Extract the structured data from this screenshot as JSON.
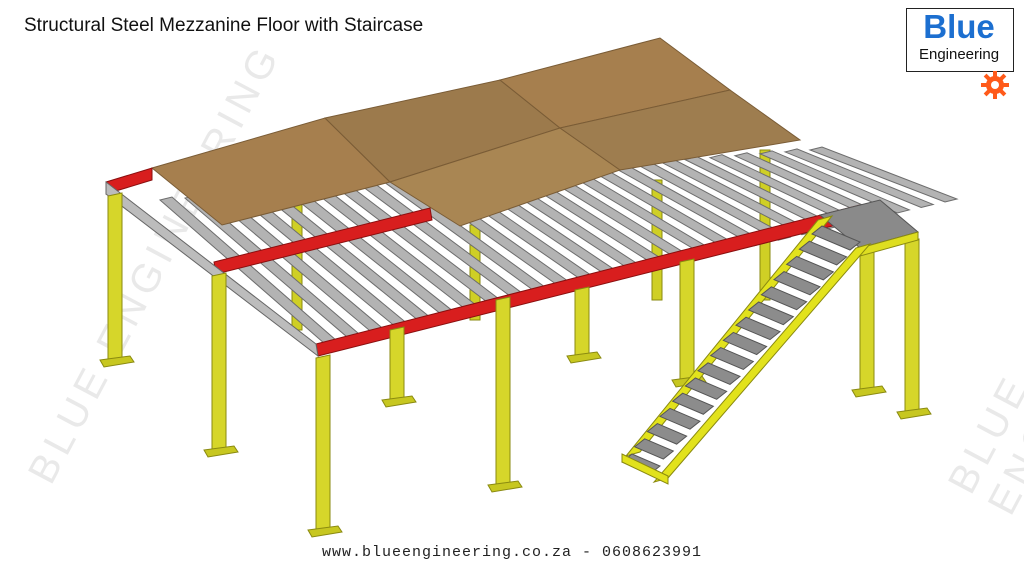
{
  "title": "Structural Steel Mezzanine Floor with Staircase",
  "footer": "www.blueengineering.co.za - 0608623991",
  "logo": {
    "brand": "Blue",
    "sub": "Engineering"
  },
  "watermark": "BLUE ENGINEERING",
  "colors": {
    "column": "#d6d62a",
    "beam": "#d81e1e",
    "joist": "#a9a9a9",
    "deck": "#a5804f",
    "stair": "#e2e21c",
    "tread": "#8c8c8c",
    "landing": "#8a8a8a",
    "logo_blue": "#1c6fd0",
    "gear": "#ff5a1a"
  }
}
